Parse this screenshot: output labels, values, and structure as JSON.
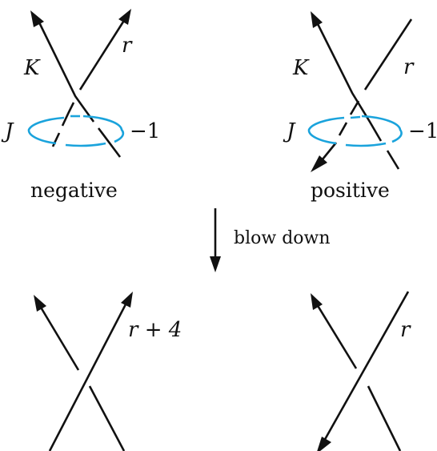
{
  "colors": {
    "strand": "#111111",
    "unknot_J": "#1aa3dc",
    "background": "#ffffff"
  },
  "top_left": {
    "knot_label": "K",
    "framing_label": "r",
    "circle_label": "J",
    "circle_framing": "−1",
    "caption": "negative"
  },
  "top_right": {
    "knot_label": "K",
    "framing_label": "r",
    "circle_label": "J",
    "circle_framing": "−1",
    "caption": "positive"
  },
  "operation": {
    "label": "blow down",
    "icon": "down-arrow-icon"
  },
  "bottom_left": {
    "framing_label": "r + 4"
  },
  "bottom_right": {
    "framing_label": "r"
  }
}
